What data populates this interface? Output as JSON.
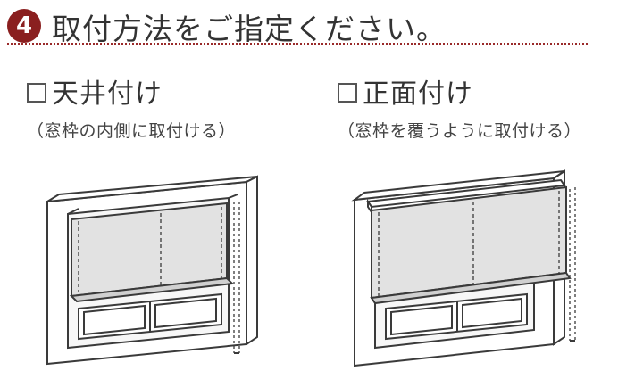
{
  "header": {
    "step_number": "4",
    "title": "取付方法をご指定ください。"
  },
  "options": [
    {
      "label": "天井付け",
      "note": "（窓枠の内側に取付ける）",
      "icon": "ceiling-mount-blind-illustration"
    },
    {
      "label": "正面付け",
      "note": "（窓枠を覆うように取付ける）",
      "icon": "front-mount-blind-illustration"
    }
  ],
  "colors": {
    "accent": "#8a1f1f",
    "dotted_rule": "#9a2a2a",
    "blind_fabric": "#e2e2e2",
    "line": "#3a3a3a"
  }
}
